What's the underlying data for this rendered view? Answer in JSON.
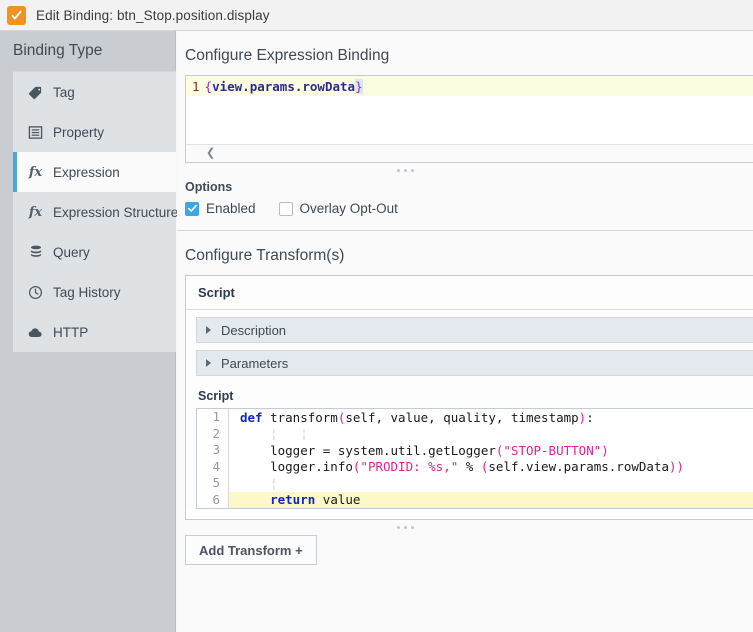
{
  "window": {
    "title": "Edit Binding: btn_Stop.position.display",
    "icon": "ignition-check-icon",
    "accent_orange": "#f0921f",
    "accent_blue": "#4ba7e0"
  },
  "sidebar": {
    "title": "Binding Type",
    "items": [
      {
        "label": "Tag",
        "icon": "tag-icon",
        "selected": false
      },
      {
        "label": "Property",
        "icon": "property-icon",
        "selected": false
      },
      {
        "label": "Expression",
        "icon": "fx-icon",
        "selected": true
      },
      {
        "label": "Expression Structure",
        "icon": "fx-icon",
        "selected": false
      },
      {
        "label": "Query",
        "icon": "database-icon",
        "selected": false
      },
      {
        "label": "Tag History",
        "icon": "clock-icon",
        "selected": false
      },
      {
        "label": "HTTP",
        "icon": "cloud-icon",
        "selected": false
      }
    ]
  },
  "main": {
    "expression_heading": "Configure Expression Binding",
    "expression": {
      "line_number": "1",
      "open_brace": "{",
      "path": "view.params.rowData",
      "close_brace": "}"
    },
    "options": {
      "label": "Options",
      "checkboxes": [
        {
          "label": "Enabled",
          "checked": true
        },
        {
          "label": "Overlay Opt-Out",
          "checked": false
        }
      ]
    },
    "transform_heading": "Configure Transform(s)",
    "transform": {
      "card_title": "Script",
      "description_label": "Description",
      "parameters_label": "Parameters",
      "script_label": "Script",
      "code": [
        {
          "num": "1",
          "highlight": false,
          "tokens": [
            {
              "t": "def",
              "c": "k-def"
            },
            {
              "t": " transform",
              "c": "k-plain"
            },
            {
              "t": "(",
              "c": "k-paren"
            },
            {
              "t": "self, value, quality, timestamp",
              "c": "k-plain"
            },
            {
              "t": ")",
              "c": "k-paren"
            },
            {
              "t": ":",
              "c": "k-plain"
            }
          ]
        },
        {
          "num": "2",
          "highlight": false,
          "tokens": [
            {
              "t": "    ¦   ¦",
              "c": "indent-guide"
            }
          ]
        },
        {
          "num": "3",
          "highlight": false,
          "tokens": [
            {
              "t": "    logger = system.util.getLogger",
              "c": "k-plain"
            },
            {
              "t": "(",
              "c": "k-paren"
            },
            {
              "t": "\"STOP-BUTTON\"",
              "c": "k-str"
            },
            {
              "t": ")",
              "c": "k-paren"
            }
          ]
        },
        {
          "num": "4",
          "highlight": false,
          "tokens": [
            {
              "t": "    logger.info",
              "c": "k-plain"
            },
            {
              "t": "(",
              "c": "k-paren"
            },
            {
              "t": "\"PRODID: %s,\"",
              "c": "k-str"
            },
            {
              "t": " % ",
              "c": "k-plain"
            },
            {
              "t": "(",
              "c": "k-paren"
            },
            {
              "t": "self.view.params.rowData",
              "c": "k-plain"
            },
            {
              "t": "))",
              "c": "k-paren"
            }
          ]
        },
        {
          "num": "5",
          "highlight": false,
          "tokens": [
            {
              "t": "    ¦",
              "c": "indent-guide"
            }
          ]
        },
        {
          "num": "6",
          "highlight": true,
          "tokens": [
            {
              "t": "    ",
              "c": "k-plain"
            },
            {
              "t": "return",
              "c": "k-def"
            },
            {
              "t": " value",
              "c": "k-plain"
            }
          ]
        }
      ]
    },
    "add_transform_label": "Add Transform +"
  }
}
